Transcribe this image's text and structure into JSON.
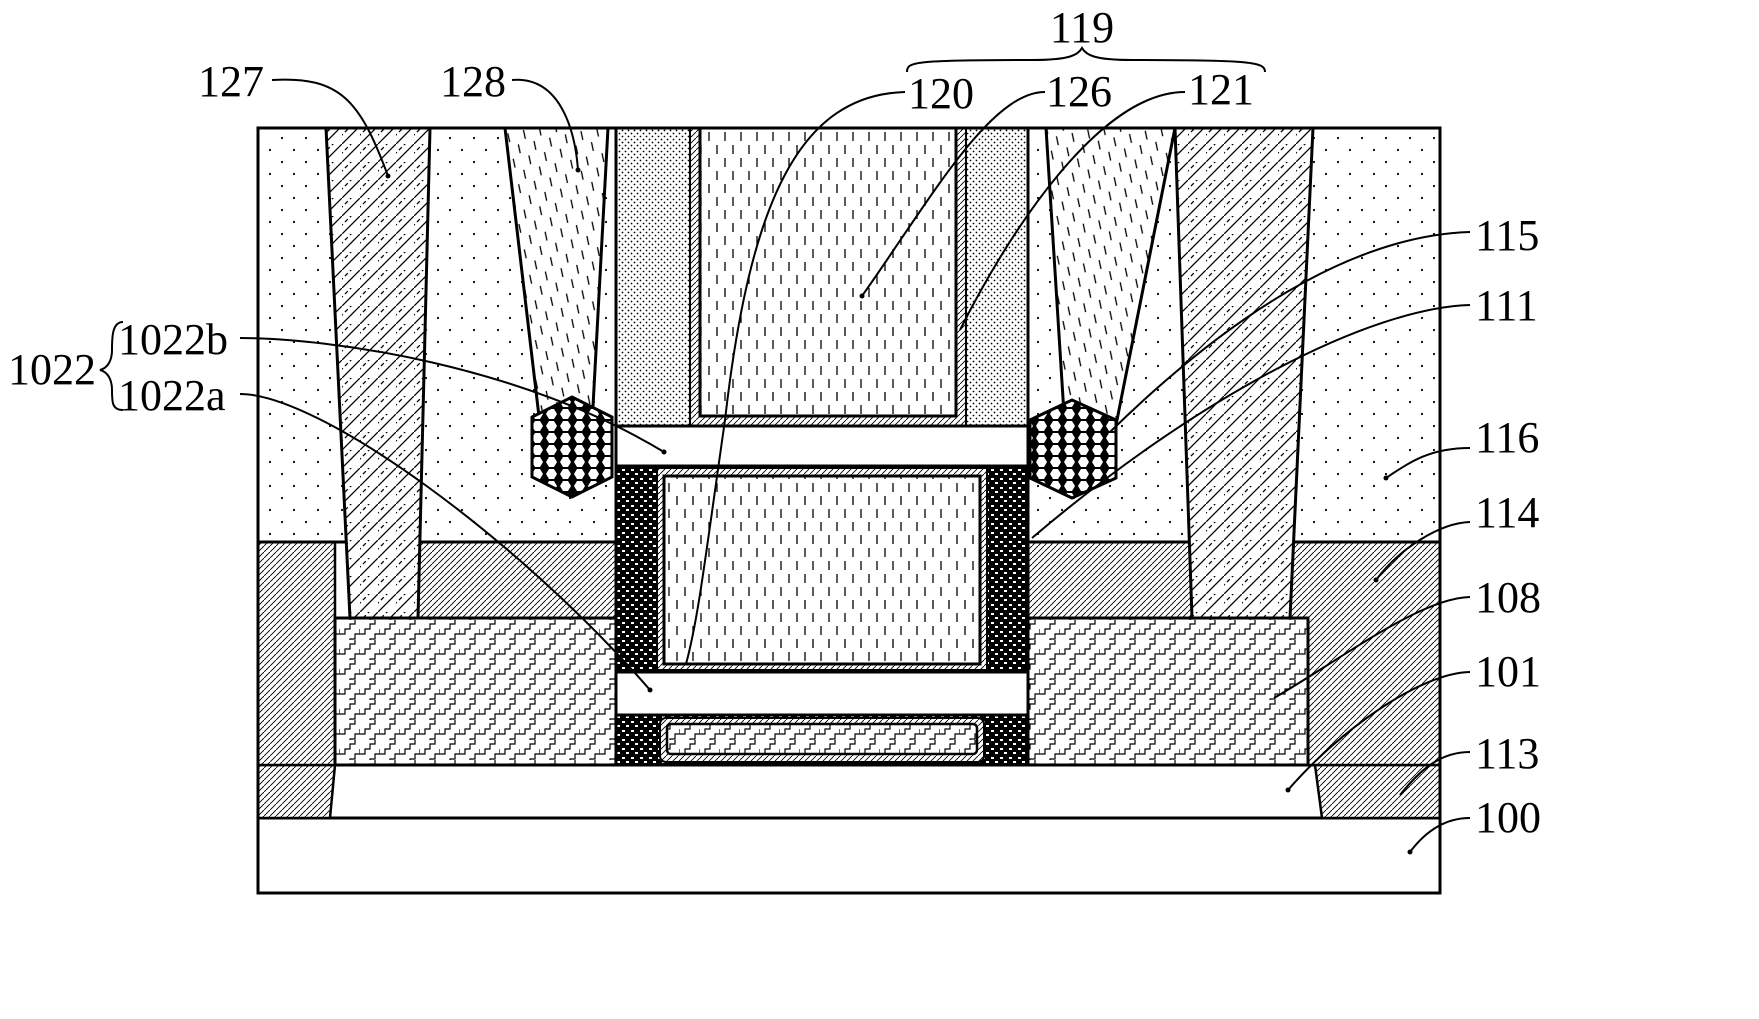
{
  "labels": {
    "group_119": "119",
    "l127": "127",
    "l128": "128",
    "l120": "120",
    "l126": "126",
    "l121": "121",
    "l115": "115",
    "l111": "111",
    "l116": "116",
    "l114": "114",
    "l108": "108",
    "l101": "101",
    "l113": "113",
    "l100": "100",
    "l1022": "1022",
    "l1022b": "1022b",
    "l1022a": "1022a"
  }
}
